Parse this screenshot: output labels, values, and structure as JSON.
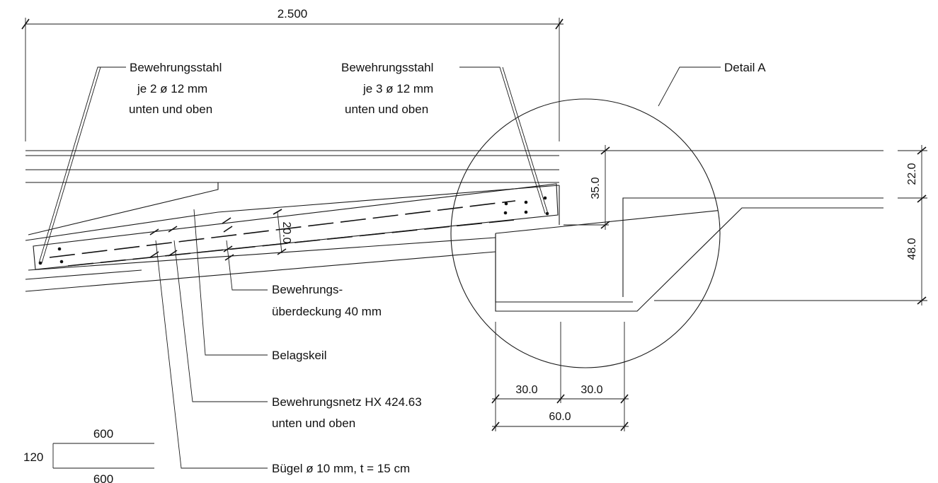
{
  "dimensions": {
    "overall_width": "2.500",
    "detail_depth": "35.0",
    "slab_thickness": "20.0",
    "right_top": "22.0",
    "right_bottom": "48.0",
    "bottom_left": "30.0",
    "bottom_right": "30.0",
    "bottom_total": "60.0"
  },
  "labels": {
    "rebar_left_1": "Bewehrungsstahl",
    "rebar_left_2": "je 2 ø 12 mm",
    "rebar_left_3": "unten und oben",
    "rebar_right_1": "Bewehrungsstahl",
    "rebar_right_2": "je 3 ø 12 mm",
    "rebar_right_3": "unten und oben",
    "detail": "Detail A",
    "cover_1": "Bewehrungs-",
    "cover_2": "überdeckung 40 mm",
    "wedge": "Belagskeil",
    "mesh_1": "Bewehrungsnetz HX 424.63",
    "mesh_2": "unten und oben",
    "stirrup": "Bügel ø 10 mm, t = 15 cm"
  },
  "legend": {
    "top": "600",
    "left": "120",
    "bottom": "600"
  }
}
